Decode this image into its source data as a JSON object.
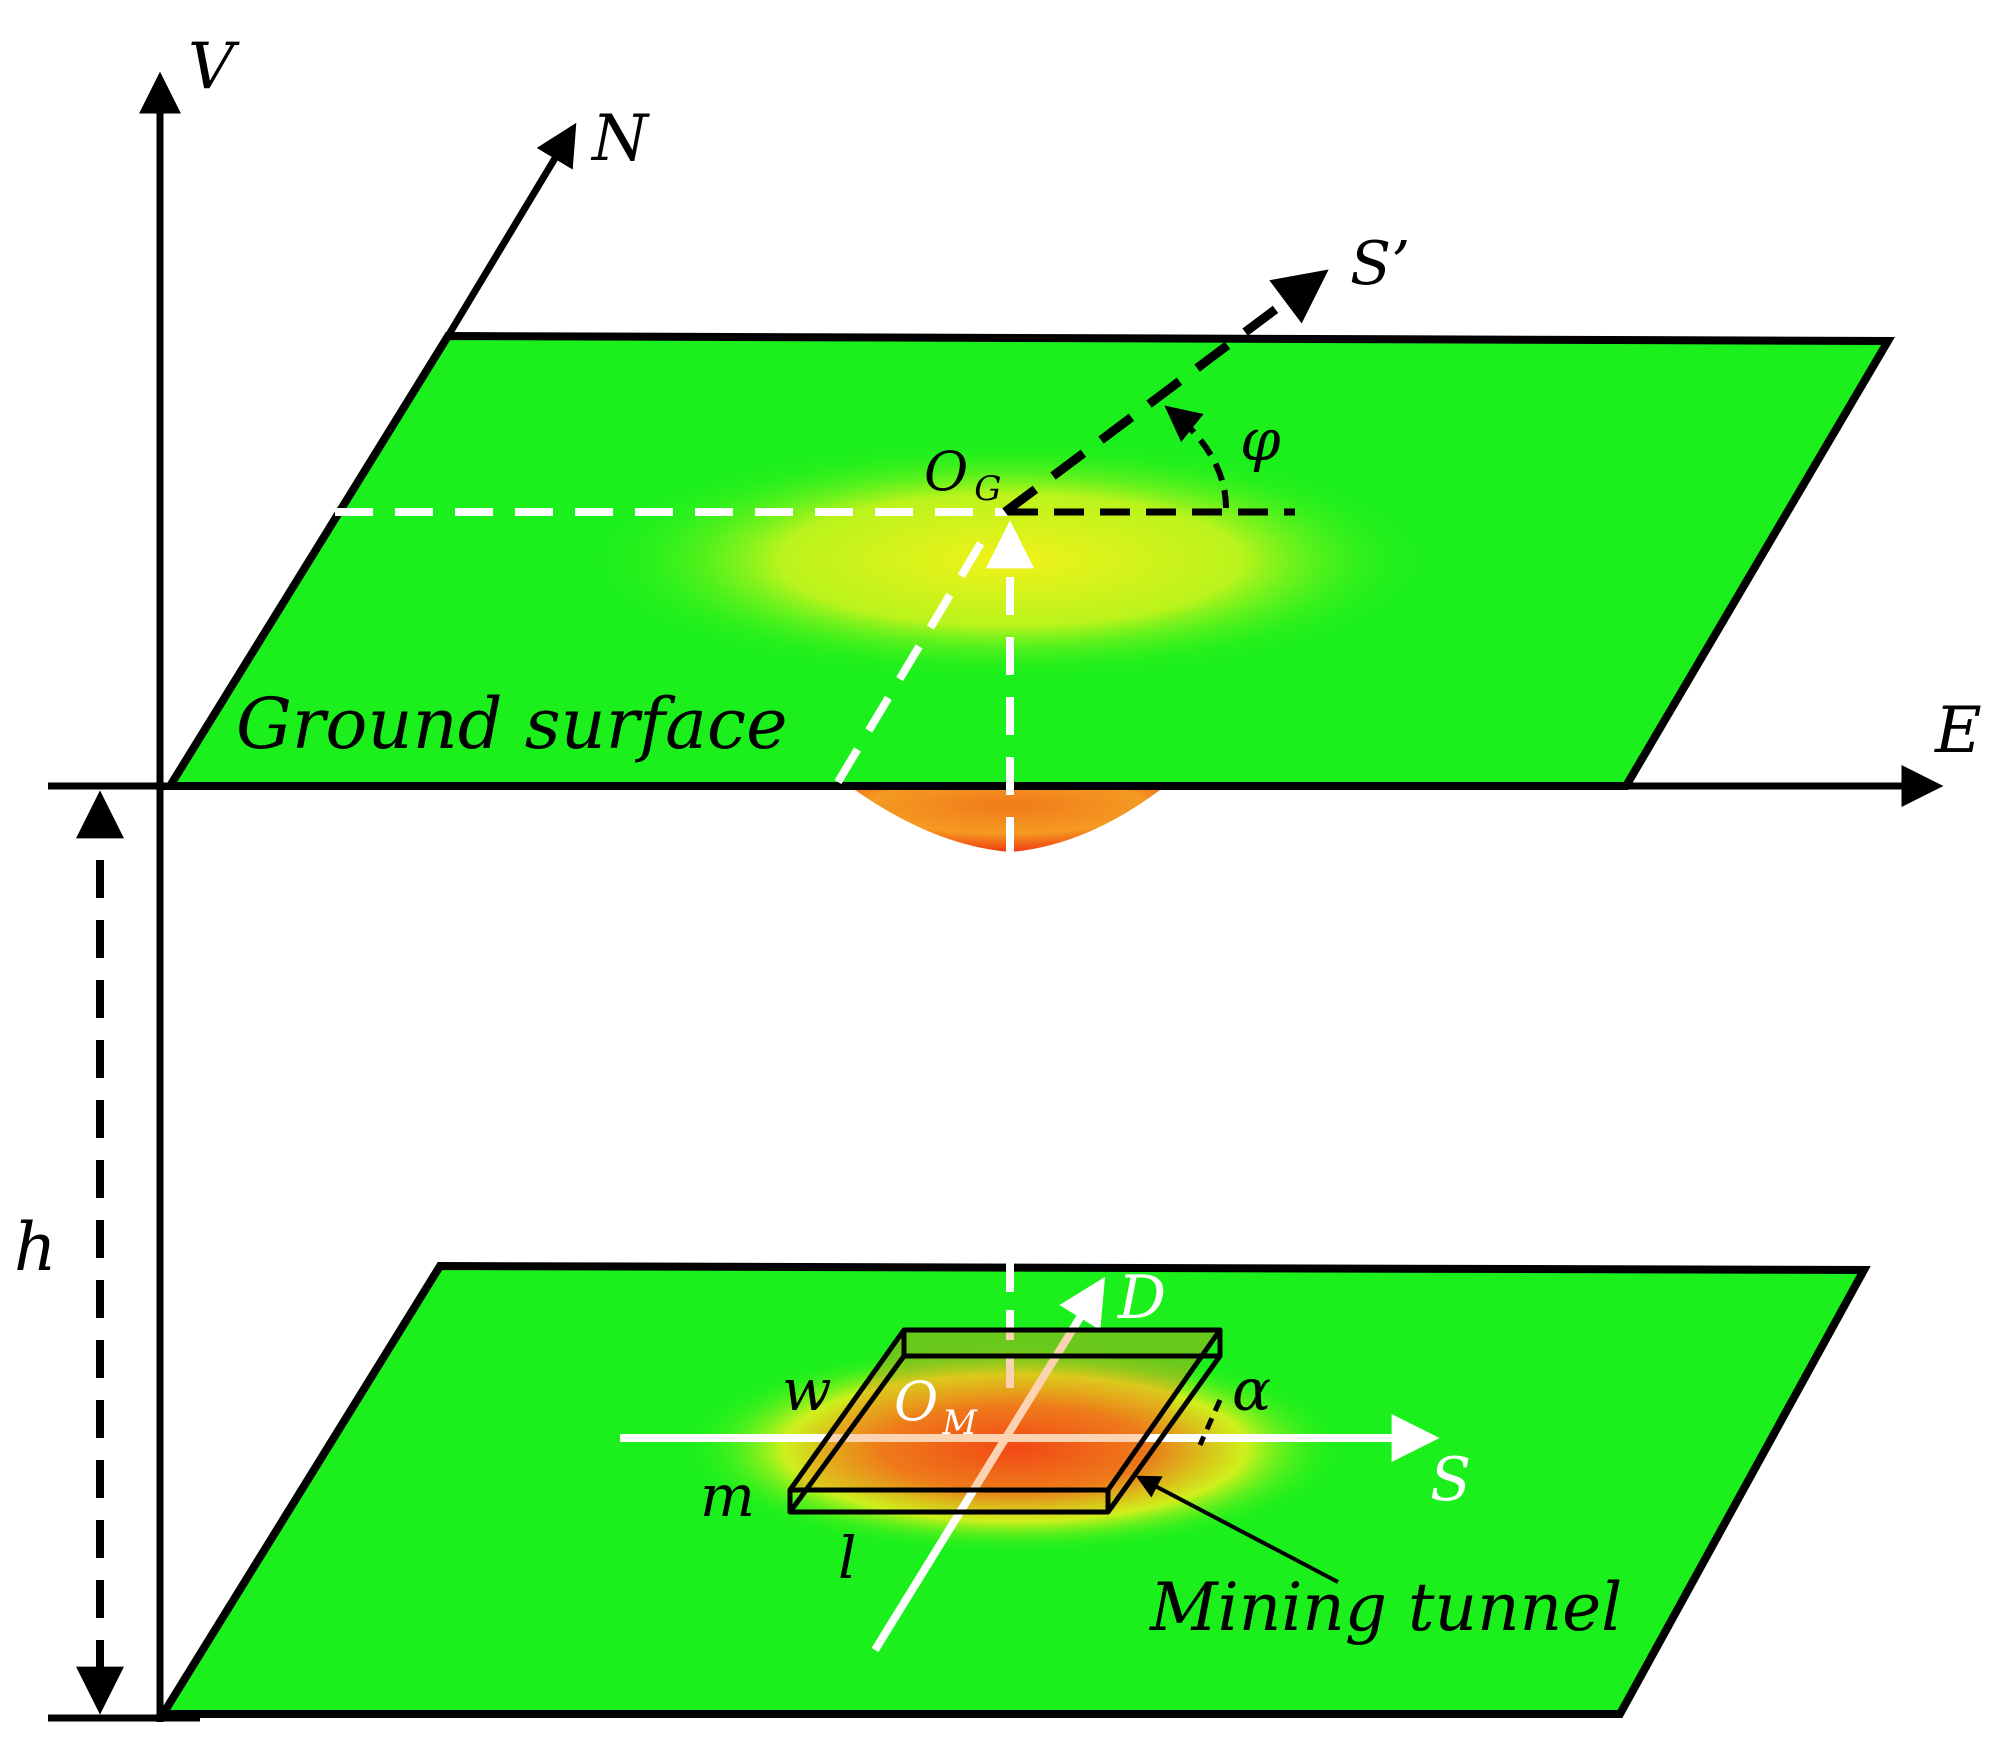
{
  "axes": {
    "vertical": "V",
    "north": "N",
    "east": "E",
    "strike_prime": "S’",
    "strike": "S",
    "dip": "D"
  },
  "symbols": {
    "ground_origin": "O",
    "ground_origin_subscript": "G",
    "mine_origin": "O",
    "mine_origin_subscript": "M",
    "azimuth": "φ",
    "dip_angle": "α",
    "depth": "h",
    "width": "w",
    "thickness": "m",
    "length": "l"
  },
  "labels": {
    "ground_surface": "Ground surface",
    "mining_tunnel": "Mining tunnel"
  },
  "colors": {
    "plane": "#1cf01c",
    "anomaly_yellow": "#f2f21a",
    "anomaly_orange": "#f5a020",
    "anomaly_red": "#f02a10",
    "line": "#000000",
    "white_line": "#ffffff"
  }
}
